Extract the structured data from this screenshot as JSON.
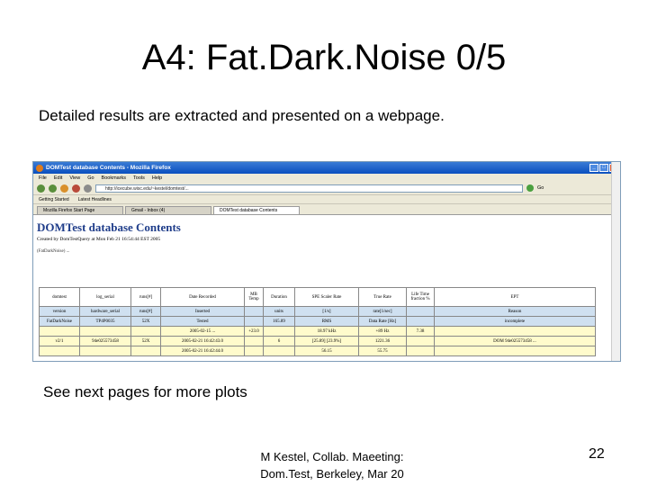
{
  "slide": {
    "title": "A4: Fat.Dark.Noise 0/5",
    "subtitle": "Detailed results are extracted and presented on a webpage.",
    "caption": "See next pages for more plots",
    "footer_line1": "M Kestel, Collab. Maeeting:",
    "footer_line2": "Dom.Test, Berkeley, Mar 20",
    "page_number": "22"
  },
  "browser": {
    "window_title": "DOMTest database Contents - Mozilla Firefox",
    "menu": [
      "File",
      "Edit",
      "View",
      "Go",
      "Bookmarks",
      "Tools",
      "Help"
    ],
    "url": "http://icecube.wisc.edu/~kestel/domtest/...",
    "go_label": "Go",
    "bookmarks": [
      "Getting Started",
      "Latest Headlines"
    ],
    "tabs": [
      "Mozilla Firefox Start Page",
      "Gmail - Inbox (4)",
      "DOMTest database Contents"
    ]
  },
  "webpage": {
    "heading": "DOMTest database Contents",
    "meta": "Created by DomTestQuery at Mon Feb 21 16:54:44 EST 2005",
    "query": "(FatDarkNoise) ...",
    "table": {
      "header": [
        "domtest",
        "log_serial",
        "runs[#]",
        "Date Recorded",
        "MB Temp",
        "Duration",
        "SPE Scaler Rate",
        "True Rate",
        "Life Time fraction %",
        "EPT"
      ],
      "row2": [
        "version",
        "hardware_serial",
        "runs[#]",
        "Inserted",
        "",
        "units",
        "[1/s]",
        "rate[1/sec]",
        "",
        "Reason"
      ],
      "row3": [
        "FatDarkNoise",
        "TP4P0035",
        "52X",
        "Tested",
        "",
        "165.89",
        "RMS",
        "Data Rate [Hz]",
        "",
        "incomplete"
      ],
      "row4": [
        "",
        "",
        "",
        "2005-02-15 ...",
        "+23.0",
        "",
        "18.97 kHz",
        "+89 Hz",
        "7.38",
        ""
      ],
      "row5": [
        "v2/1",
        "94e025573458",
        "52X",
        "2005-02-21 16:42:43.0",
        "",
        "6",
        "[25.89] [23.9%]",
        "1221.36",
        "",
        "DOM 94e025573458 ..."
      ],
      "row6": [
        "",
        "",
        "",
        "2005-02-21 16:42:44.0",
        "",
        "",
        "56.15",
        "55.75",
        "",
        ""
      ]
    }
  }
}
